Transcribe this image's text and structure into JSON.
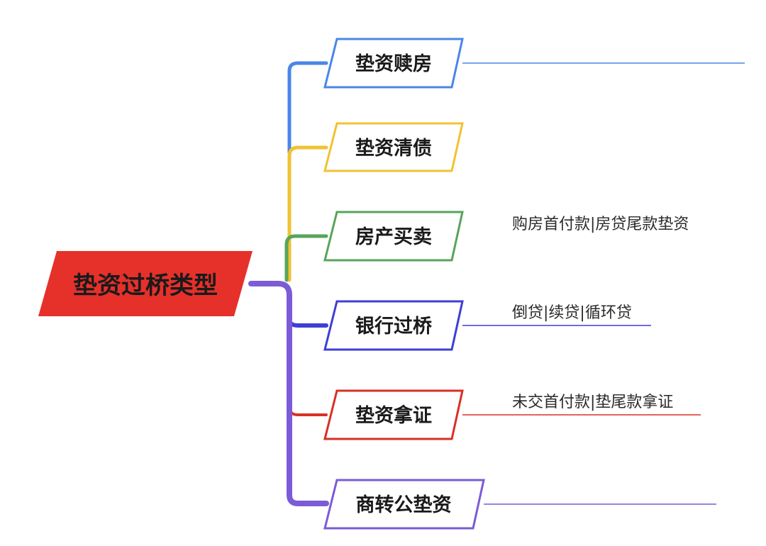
{
  "root": {
    "label": "垫资过桥类型",
    "color": "#e6302a"
  },
  "branches": [
    {
      "label": "垫资赎房",
      "color": "#4a86e8",
      "note": ""
    },
    {
      "label": "垫资清债",
      "color": "#f1c232",
      "note": ""
    },
    {
      "label": "房产买卖",
      "color": "#57a55a",
      "note": "购房首付款|房贷尾款垫资"
    },
    {
      "label": "银行过桥",
      "color": "#3d3fd6",
      "note": "倒贷|续贷|循环贷"
    },
    {
      "label": "垫资拿证",
      "color": "#d93025",
      "note": "未交首付款|垫尾款拿证"
    },
    {
      "label": "商转公垫资",
      "color": "#7b5cd6",
      "note": ""
    }
  ]
}
